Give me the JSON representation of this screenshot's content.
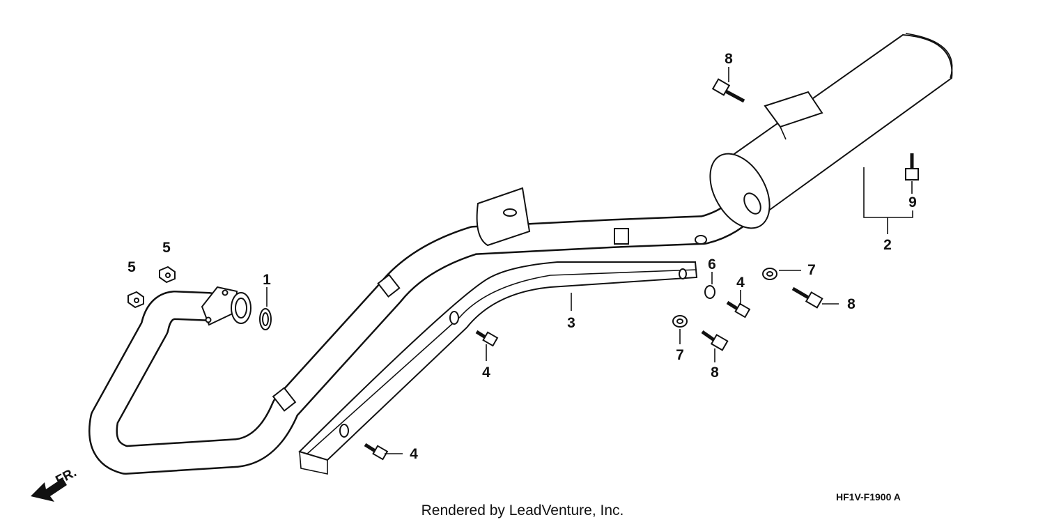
{
  "diagram": {
    "callouts": [
      {
        "id": "c1",
        "label": "1"
      },
      {
        "id": "c2",
        "label": "2"
      },
      {
        "id": "c3",
        "label": "3"
      },
      {
        "id": "c4a",
        "label": "4"
      },
      {
        "id": "c4b",
        "label": "4"
      },
      {
        "id": "c4c",
        "label": "4"
      },
      {
        "id": "c5a",
        "label": "5"
      },
      {
        "id": "c5b",
        "label": "5"
      },
      {
        "id": "c6",
        "label": "6"
      },
      {
        "id": "c7a",
        "label": "7"
      },
      {
        "id": "c7b",
        "label": "7"
      },
      {
        "id": "c8a",
        "label": "8"
      },
      {
        "id": "c8b",
        "label": "8"
      },
      {
        "id": "c8c",
        "label": "8"
      },
      {
        "id": "c9",
        "label": "9"
      }
    ],
    "front_indicator": "FR.",
    "diagram_code": "HF1V-F1900 A",
    "footer": "Rendered by LeadVenture, Inc."
  }
}
